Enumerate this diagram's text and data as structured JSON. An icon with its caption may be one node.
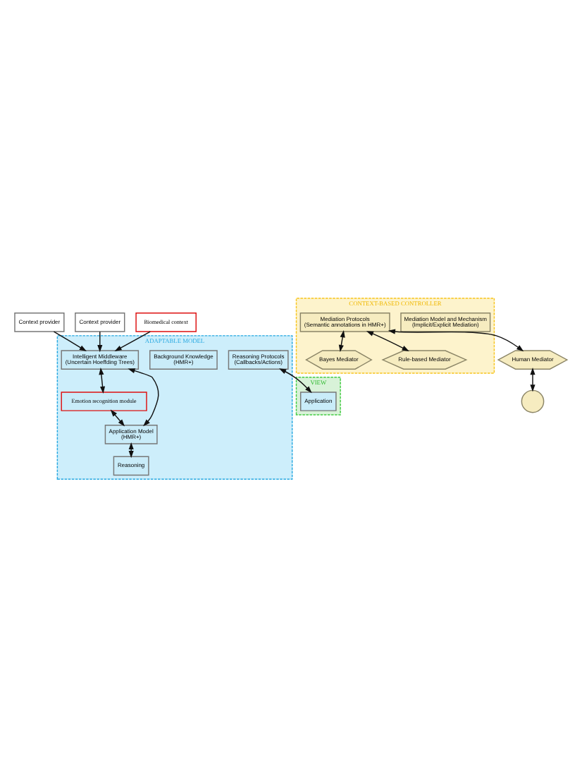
{
  "diagram": {
    "nodes": [
      {
        "text": [
          "Context provider"
        ]
      },
      {
        "text": [
          "Context provider"
        ]
      },
      {
        "text": [
          "Biomedical context"
        ]
      },
      {
        "text": [
          "ADAPTABLE MODEL"
        ]
      },
      {
        "text": [
          "Intelligent Middleware",
          "(Uncertain Hoeffding Trees)"
        ],
        "in": 3
      },
      {
        "text": [
          "Background Knowledge",
          "(HMR+)"
        ],
        "in": 3
      },
      {
        "text": [
          "CONTEXT-BASED CONTROLLER"
        ]
      },
      {
        "text": [
          "Mediation Model and Mechanism",
          "(Implicit/Explicit Mediation)"
        ],
        "in": 6
      },
      {
        "text": [
          "Emotion recognition module"
        ],
        "in": 3
      },
      {
        "text": [
          "Application Model",
          "(HMR+)"
        ],
        "in": 3
      },
      {
        "text": [
          "Reasoning"
        ],
        "in": 3
      },
      {
        "text": [
          "Reasoning Protocols",
          "(Callbacks/Actions)"
        ],
        "in": 3
      },
      {
        "text": [
          "Mediation Protocols",
          "(Semantic annotations in HMR+)"
        ],
        "in": 6
      },
      {
        "text": [
          "Bayes Mediator"
        ],
        "in": 6
      },
      {
        "text": [
          "Rule-based Mediator"
        ],
        "in": 6
      },
      {
        "text": [
          "VIEW"
        ]
      },
      {
        "text": [
          "Application"
        ],
        "in": 15
      },
      {
        "text": [
          "Human Mediator"
        ]
      },
      {
        "text": [],
        "shape": "circle"
      }
    ],
    "edges": [
      {
        "from": 0,
        "to": 4,
        "arrow": "to"
      },
      {
        "from": 1,
        "to": 4,
        "arrow": "to"
      },
      {
        "from": 2,
        "to": 4,
        "arrow": "to"
      },
      {
        "from": 4,
        "to": 8,
        "arrow": "both"
      },
      {
        "from": 4,
        "to": 9,
        "arrow": "both"
      },
      {
        "from": 8,
        "to": 9,
        "arrow": "both"
      },
      {
        "from": 9,
        "to": 10,
        "arrow": "both"
      },
      {
        "from": 11,
        "to": 16,
        "arrow": "both"
      },
      {
        "from": 12,
        "to": 17,
        "arrow": "both"
      },
      {
        "from": 12,
        "to": 13,
        "arrow": "both"
      },
      {
        "from": 12,
        "to": 14,
        "arrow": "both"
      },
      {
        "from": 17,
        "to": 18,
        "arrow": "both"
      }
    ]
  }
}
